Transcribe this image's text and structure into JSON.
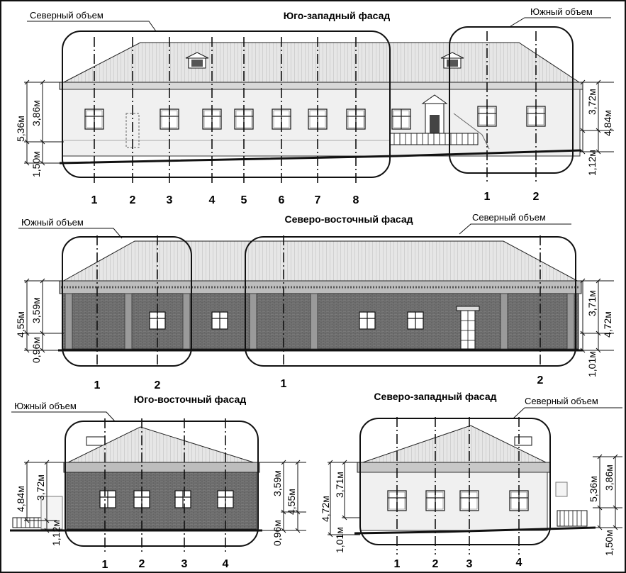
{
  "facades": {
    "sw": {
      "title": "Юго-западный фасад",
      "label_left": "Северный объем",
      "label_right": "Южный объем",
      "dims_left": [
        "5,36м",
        "3,86м",
        "1,50м"
      ],
      "dims_right": [
        "3,72м",
        "4,84м",
        "1,12м"
      ],
      "axes_left": [
        "1",
        "2",
        "3",
        "4",
        "5",
        "6",
        "7",
        "8"
      ],
      "axes_right": [
        "1",
        "2"
      ]
    },
    "ne": {
      "title": "Северо-восточный фасад",
      "label_left": "Южный объем",
      "label_right": "Северный объем",
      "dims_left": [
        "4,55м",
        "3,59м",
        "0,96м"
      ],
      "dims_right": [
        "3,71м",
        "4,72м",
        "1,01м"
      ],
      "axes_left": [
        "1",
        "2"
      ],
      "axes_right": [
        "1",
        "2"
      ]
    },
    "se": {
      "title": "Юго-восточный фасад",
      "label": "Южный объем",
      "dims_left": [
        "4,84м",
        "3,72м",
        "1,12м"
      ],
      "dims_right": [
        "3,59м",
        "4,55м",
        "0,96м"
      ],
      "axes": [
        "1",
        "2",
        "3",
        "4"
      ]
    },
    "nw": {
      "title": "Северо-западный фасад",
      "label": "Северный объем",
      "dims_left": [
        "4,72м",
        "3,71м",
        "1,01м"
      ],
      "dims_right": [
        "5,36м",
        "3,86м",
        "1,50м"
      ],
      "axes": [
        "1",
        "2",
        "3",
        "4"
      ]
    }
  }
}
